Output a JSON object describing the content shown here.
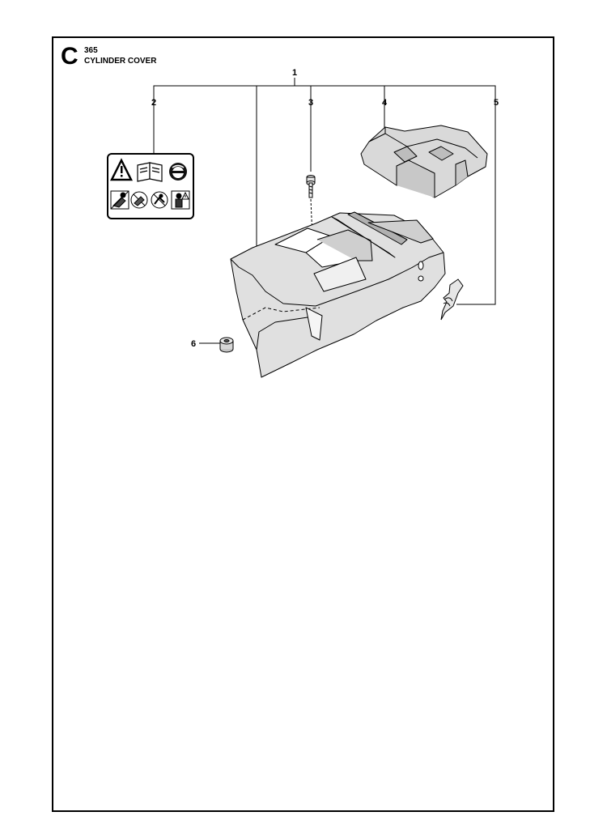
{
  "header": {
    "section_letter": "C",
    "model": "365",
    "title": "CYLINDER COVER"
  },
  "callouts": [
    {
      "id": "1",
      "label": "1"
    },
    {
      "id": "2",
      "label": "2"
    },
    {
      "id": "3",
      "label": "3"
    },
    {
      "id": "4",
      "label": "4"
    },
    {
      "id": "5",
      "label": "5"
    },
    {
      "id": "6",
      "label": "6"
    }
  ],
  "icons": {
    "decal": [
      "warning-triangle-icon",
      "manual-book-icon",
      "ear-eye-protection-icon",
      "chainsaw-kickback-icon",
      "two-hand-operation-icon",
      "no-one-hand-icon",
      "protective-gear-icon"
    ]
  },
  "colors": {
    "line": "#000000",
    "part_fill": "#d9d9d9",
    "part_shade": "#bdbdbd"
  }
}
